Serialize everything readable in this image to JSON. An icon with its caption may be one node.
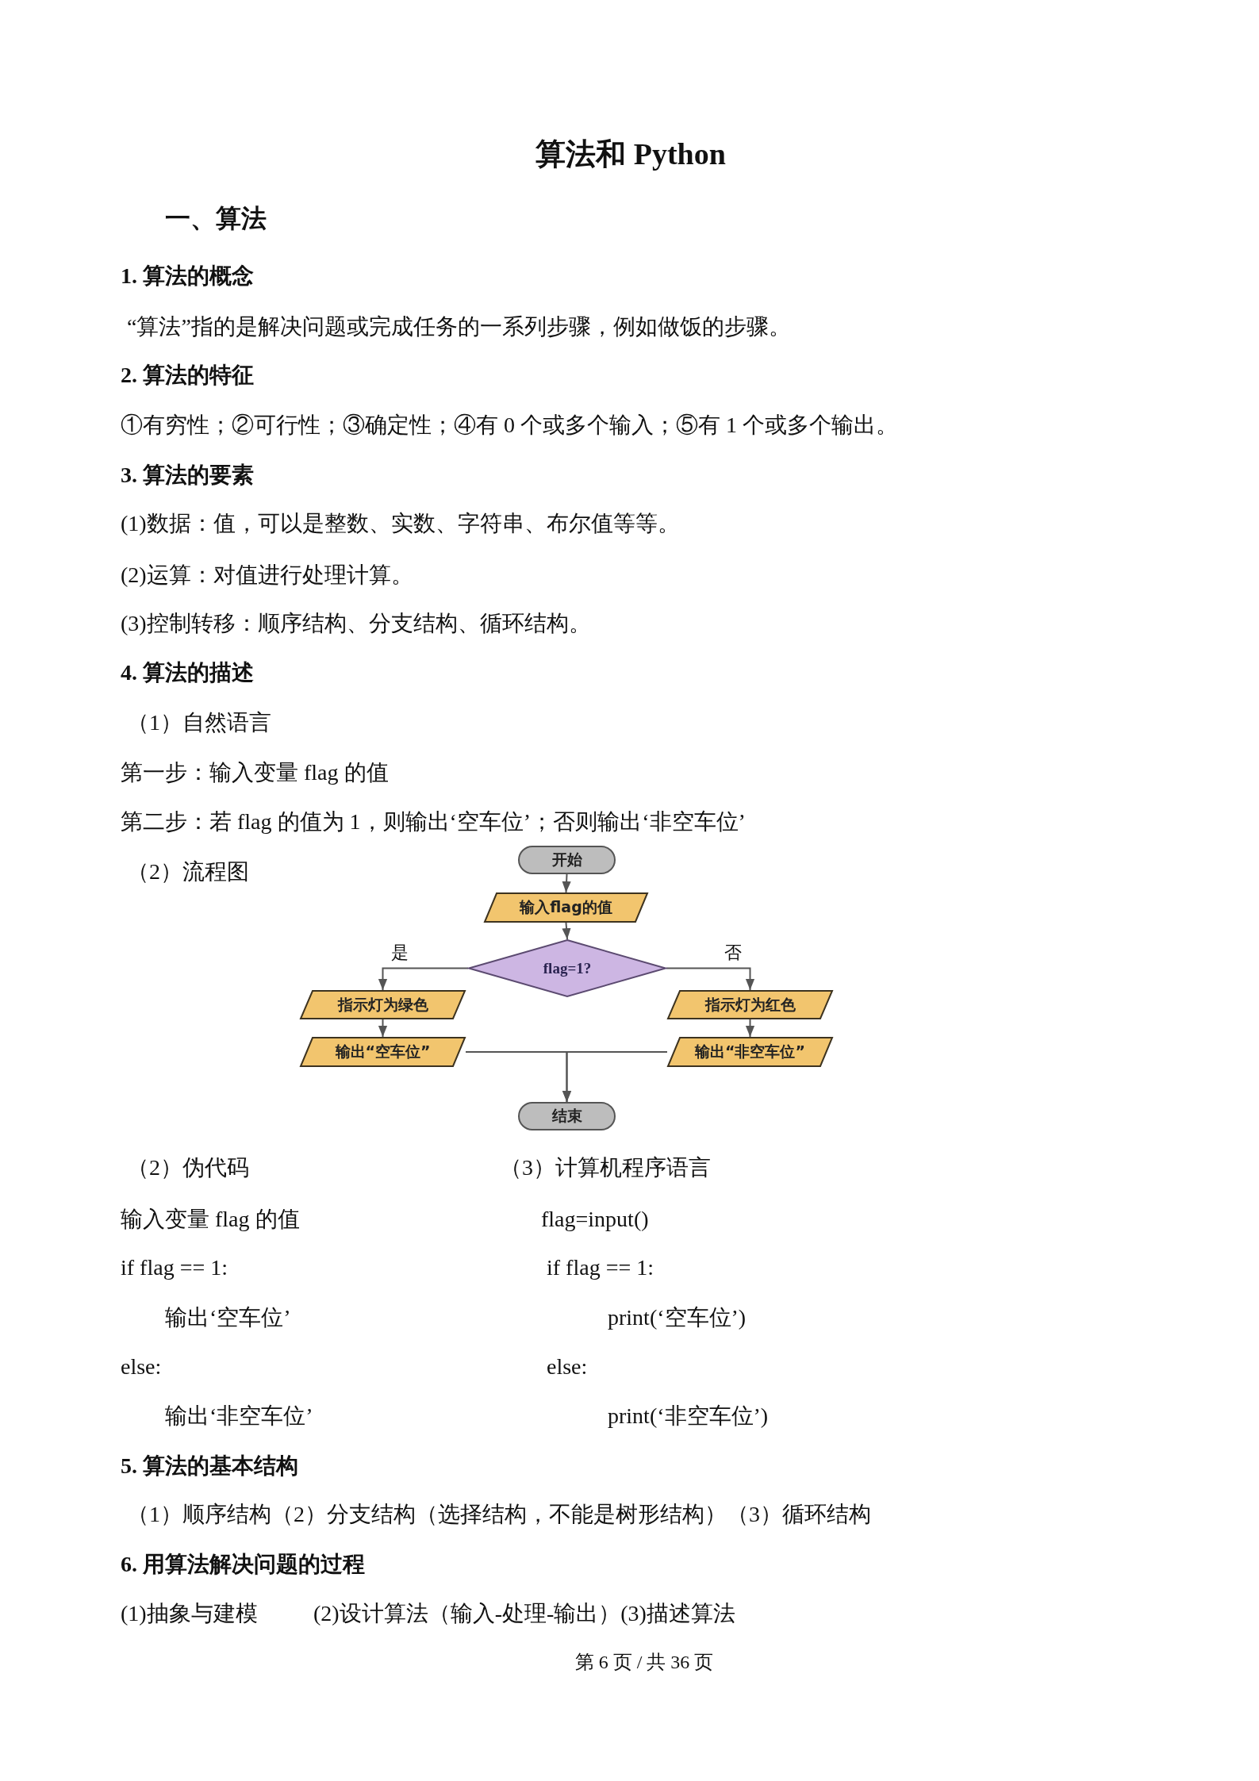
{
  "diagram": {
    "title": "算法和 Python",
    "nodes": [
      {
        "text": [
          "开始"
        ]
      },
      {
        "text": [
          "输入flag的值"
        ]
      },
      {
        "text": [
          "flag=1?"
        ]
      },
      {
        "text": [
          "指示灯为绿色"
        ]
      },
      {
        "text": [
          "输出“空车位”"
        ]
      },
      {
        "text": [
          "指示灯为红色"
        ]
      },
      {
        "text": [
          "输出“非空车位”"
        ]
      },
      {
        "text": [
          "结束"
        ]
      }
    ],
    "edges": [
      {
        "from": 0,
        "to": 1,
        "arrow": "to"
      },
      {
        "from": 1,
        "to": 2,
        "arrow": "to"
      },
      {
        "from": 2,
        "to": 3,
        "arrow": "to",
        "label": "是"
      },
      {
        "from": 2,
        "to": 5,
        "arrow": "to",
        "label": "否"
      },
      {
        "from": 3,
        "to": 4,
        "arrow": "to"
      },
      {
        "from": 5,
        "to": 6,
        "arrow": "to"
      },
      {
        "from": 4,
        "to": 7,
        "arrow": "to"
      },
      {
        "from": 6,
        "to": 7,
        "arrow": "to"
      }
    ],
    "labels": [
      "一、算法",
      "1. 算法的概念",
      "“算法”指的是解决问题或完成任务的一系列步骤，例如做饭的步骤。",
      "2. 算法的特征",
      "①有穷性；②可行性；③确定性；④有 0 个或多个输入；⑤有 1 个或多个输出。",
      "3. 算法的要素",
      "(1)数据：值，可以是整数、实数、字符串、布尔值等等。",
      "(2)运算：对值进行处理计算。",
      "(3)控制转移：顺序结构、分支结构、循环结构。",
      "4. 算法的描述",
      "（1）自然语言",
      "第一步：输入变量 flag 的值",
      "第二步：若 flag 的值为 1，则输出‘空车位’；否则输出‘非空车位’",
      "（2）流程图",
      "（2）伪代码",
      "（3）计算机程序语言",
      "输入变量 flag 的值",
      "flag=input()",
      "if flag == 1:",
      "if flag == 1:",
      "输出‘空车位’",
      "print(‘空车位’)",
      "else:",
      "else:",
      "输出‘非空车位’",
      "print(‘非空车位’)",
      "5. 算法的基本结构",
      "（1）顺序结构（2）分支结构（选择结构，不能是树形结构）（3）循环结构",
      "6. 用算法解决问题的过程",
      "(1)抽象与建模",
      "(2)设计算法（输入-处理-输出）(3)描述算法",
      "第 6 页 / 共 36 页"
    ]
  }
}
